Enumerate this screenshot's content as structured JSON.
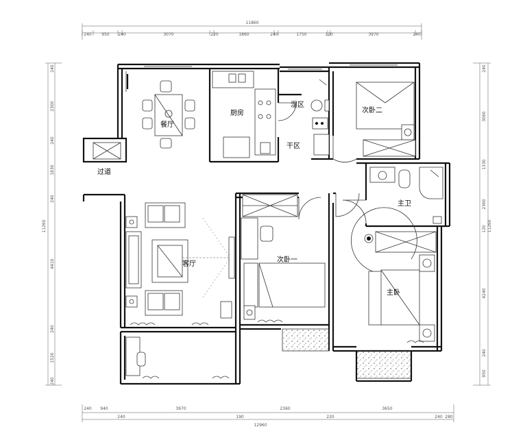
{
  "dimensions": {
    "top_total": "11860",
    "top_segments": [
      "240",
      "950",
      "240",
      "3070",
      "220",
      "1860",
      "240",
      "1750",
      "120",
      "3970",
      "240"
    ],
    "bottom_total": "12960",
    "bottom_segments": [
      "240",
      "940",
      "240",
      "3970",
      "190",
      "2360",
      "220",
      "3650",
      "240",
      "280"
    ],
    "left_total": "11260",
    "left_segments": [
      "240",
      "2300",
      "240",
      "1830",
      "240",
      "4410",
      "240",
      "1520",
      "240"
    ],
    "right_total": "11260",
    "right_segments": [
      "240",
      "3060",
      "1330",
      "2360",
      "120",
      "4240",
      "240",
      "950"
    ]
  },
  "rooms": {
    "dining": "餐厅",
    "kitchen": "厨房",
    "wet_zone": "湿区",
    "dry_zone": "干区",
    "bedroom_2": "次卧二",
    "corridor": "过道",
    "master_bath": "主卫",
    "living": "客厅",
    "bedroom_1": "次卧一",
    "master_bedroom": "主卧"
  }
}
